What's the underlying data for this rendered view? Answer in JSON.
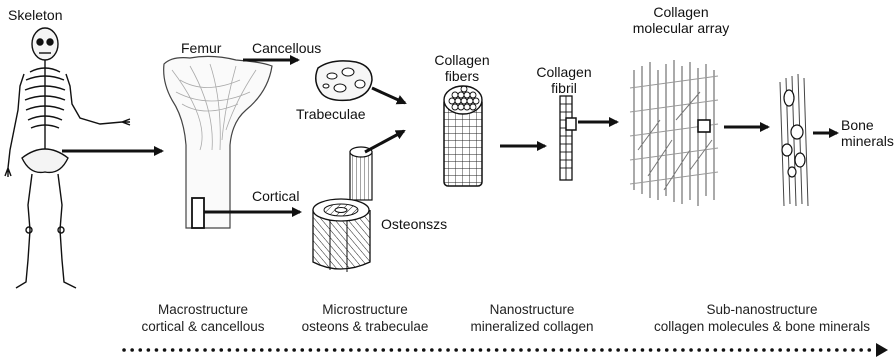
{
  "labels": {
    "skeleton": "Skeleton",
    "femur": "Femur",
    "cancellous": "Cancellous",
    "trabeculae": "Trabeculae",
    "cortical": "Cortical",
    "osteons": "Osteonszs",
    "collagen_fibers_1": "Collagen",
    "collagen_fibers_2": "fibers",
    "collagen_fibril_1": "Collagen",
    "collagen_fibril_2": "fibril",
    "molecular_array_1": "Collagen",
    "molecular_array_2": "molecular array",
    "bone_minerals_1": "Bone",
    "bone_minerals_2": "minerals"
  },
  "scales": [
    {
      "name": "Macrostructure",
      "detail": "cortical & cancellous"
    },
    {
      "name": "Microstructure",
      "detail": "osteons & trabeculae"
    },
    {
      "name": "Nanostructure",
      "detail": "mineralized collagen"
    },
    {
      "name": "Sub-nanostructure",
      "detail": "collagen molecules & bone minerals"
    }
  ],
  "icons": {
    "skeleton": "skeleton-figure",
    "femur": "femur-bone",
    "trabeculae": "trabecular-bone",
    "osteon": "osteon-cylinder",
    "fibers": "collagen-fiber-bundle",
    "fibril": "collagen-fibril",
    "array": "collagen-molecular-array",
    "minerals": "bone-mineral-crystals",
    "scale_arrow": "dotted-arrow"
  },
  "colors": {
    "ink": "#111111",
    "background": "#ffffff"
  }
}
